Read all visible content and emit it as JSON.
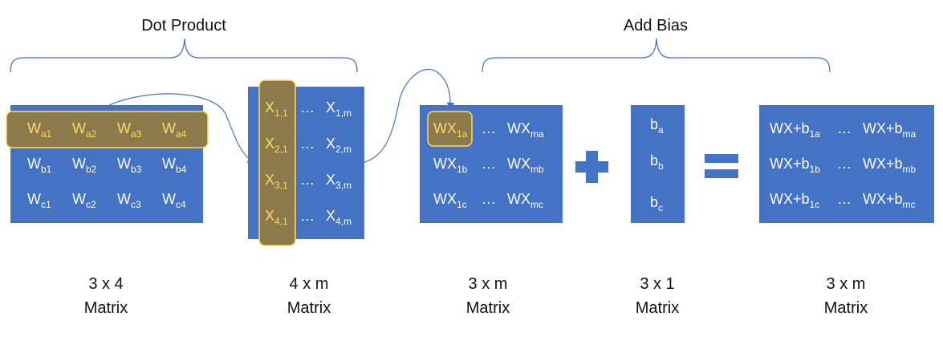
{
  "headings": {
    "dot_product": "Dot Product",
    "add_bias": "Add Bias"
  },
  "colors": {
    "matrix_blue": "#4472C4",
    "highlight": "#8C7A4B",
    "highlight_text": "#FFD966",
    "operator": "#4472C4",
    "arrow": "#4472C4"
  },
  "matrix_w": {
    "rows": [
      [
        {
          "b": "W",
          "s": "a1"
        },
        {
          "b": "W",
          "s": "a2"
        },
        {
          "b": "W",
          "s": "a3"
        },
        {
          "b": "W",
          "s": "a4"
        }
      ],
      [
        {
          "b": "W",
          "s": "b1"
        },
        {
          "b": "W",
          "s": "b2"
        },
        {
          "b": "W",
          "s": "b3"
        },
        {
          "b": "W",
          "s": "b4"
        }
      ],
      [
        {
          "b": "W",
          "s": "c1"
        },
        {
          "b": "W",
          "s": "c2"
        },
        {
          "b": "W",
          "s": "c3"
        },
        {
          "b": "W",
          "s": "c4"
        }
      ]
    ],
    "dims": "3 x 4",
    "label": "Matrix"
  },
  "matrix_x": {
    "rows": [
      [
        {
          "b": "X",
          "s": "1,1"
        },
        {
          "b": "…",
          "s": ""
        },
        {
          "b": "X",
          "s": "1,m"
        }
      ],
      [
        {
          "b": "X",
          "s": "2,1"
        },
        {
          "b": "…",
          "s": ""
        },
        {
          "b": "X",
          "s": "2,m"
        }
      ],
      [
        {
          "b": "X",
          "s": "3,1"
        },
        {
          "b": "…",
          "s": ""
        },
        {
          "b": "X",
          "s": "3,m"
        }
      ],
      [
        {
          "b": "X",
          "s": "4,1"
        },
        {
          "b": "…",
          "s": ""
        },
        {
          "b": "X",
          "s": "4,m"
        }
      ]
    ],
    "dims": "4 x m",
    "label": "Matrix"
  },
  "matrix_wx": {
    "rows": [
      [
        {
          "b": "WX",
          "s": "1a"
        },
        {
          "b": "…",
          "s": ""
        },
        {
          "b": "WX",
          "s": "ma"
        }
      ],
      [
        {
          "b": "WX",
          "s": "1b"
        },
        {
          "b": "…",
          "s": ""
        },
        {
          "b": "WX",
          "s": "mb"
        }
      ],
      [
        {
          "b": "WX",
          "s": "1c"
        },
        {
          "b": "…",
          "s": ""
        },
        {
          "b": "WX",
          "s": "mc"
        }
      ]
    ],
    "dims": "3 x m",
    "label": "Matrix"
  },
  "matrix_b": {
    "rows": [
      [
        {
          "b": "b",
          "s": "a"
        }
      ],
      [
        {
          "b": "b",
          "s": "b"
        }
      ],
      [
        {
          "b": "b",
          "s": "c"
        }
      ]
    ],
    "dims": "3 x 1",
    "label": "Matrix"
  },
  "matrix_result": {
    "rows": [
      [
        {
          "b": "WX+b",
          "s": "1a"
        },
        {
          "b": "…",
          "s": ""
        },
        {
          "b": "WX+b",
          "s": "ma"
        }
      ],
      [
        {
          "b": "WX+b",
          "s": "1b"
        },
        {
          "b": "…",
          "s": ""
        },
        {
          "b": "WX+b",
          "s": "mb"
        }
      ],
      [
        {
          "b": "WX+b",
          "s": "1c"
        },
        {
          "b": "…",
          "s": ""
        },
        {
          "b": "WX+b",
          "s": "mc"
        }
      ]
    ],
    "dims": "3 x m",
    "label": "Matrix"
  }
}
